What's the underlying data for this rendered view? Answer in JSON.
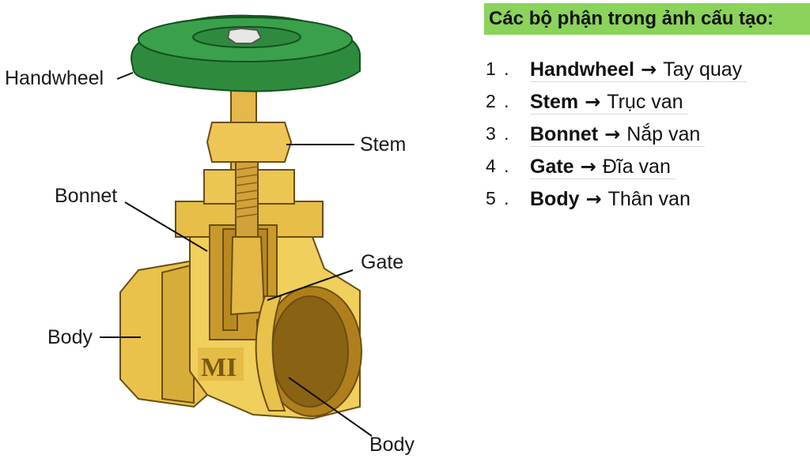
{
  "diagram": {
    "callouts": [
      {
        "id": "handwheel",
        "label": "Handwheel"
      },
      {
        "id": "stem",
        "label": "Stem"
      },
      {
        "id": "bonnet",
        "label": "Bonnet"
      },
      {
        "id": "gate",
        "label": "Gate"
      },
      {
        "id": "body-left",
        "label": "Body"
      },
      {
        "id": "body-bottom",
        "label": "Body"
      }
    ],
    "body_marking": "MI",
    "colors": {
      "handwheel": "#2e8b3e",
      "brass": "#e8c048",
      "brass_dark": "#c9a032",
      "panel_highlight": "#8bd35a"
    }
  },
  "panel": {
    "title": "Các bộ phận trong ảnh cấu tạo:",
    "items": [
      {
        "num": "1 .",
        "term": "Handwheel",
        "arrow": "→",
        "translation": "Tay quay"
      },
      {
        "num": "2 .",
        "term": "Stem",
        "arrow": "→",
        "translation": "Trục van"
      },
      {
        "num": "3 .",
        "term": "Bonnet",
        "arrow": "→",
        "translation": "Nắp van"
      },
      {
        "num": "4 .",
        "term": "Gate",
        "arrow": "→",
        "translation": "Đĩa van"
      },
      {
        "num": "5 .",
        "term": "Body",
        "arrow": "→",
        "translation": "Thân van"
      }
    ]
  }
}
